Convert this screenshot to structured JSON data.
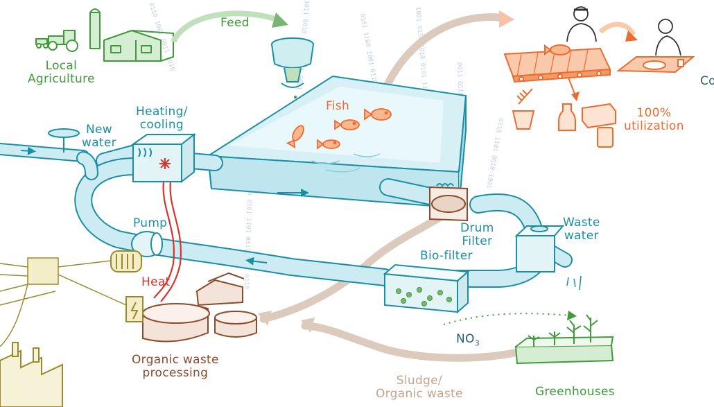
{
  "labels": {
    "local_agriculture": "Local\nAgriculture",
    "feed": "Feed",
    "heating_cooling": "Heating/\ncooling",
    "new_water": "New\nwater",
    "fish": "Fish",
    "utilization": "100%\nutilization",
    "consumer_partial": "Co",
    "pump": "Pump",
    "heat": "Heat",
    "drum_filter": "Drum\nFilter",
    "waste_water": "Waste\nwater",
    "bio_filter": "Bio-filter",
    "no3_main": "NO",
    "no3_sub": "3",
    "organic_waste_processing": "Organic waste\nprocessing",
    "sludge": "Sludge/\nOrganic waste",
    "greenhouses": "Greenhouses"
  },
  "colors": {
    "teal": "#1a8fa3",
    "water": "#bfe6ef",
    "green": "#3f9a3a",
    "orange": "#ef6a2f",
    "brown": "#8a4a2c",
    "red": "#d8332e",
    "sand": "#dccbbd",
    "olive": "#9a8a2a"
  },
  "icons": [
    "tractor-icon",
    "farm-barn-icon",
    "silo-icon",
    "feed-hopper-icon",
    "fish-icon",
    "heater-box-icon",
    "snowflake-icon",
    "valve-icon",
    "pump-icon",
    "drum-filter-icon",
    "biofilter-box-icon",
    "conveyor-belt-icon",
    "worker-icon",
    "diner-icon",
    "plate-icon",
    "fish-bone-icon",
    "bottle-icon",
    "cheese-block-icon",
    "can-icon",
    "cup-icon",
    "digester-tank-icon",
    "plant-icon",
    "factory-icon",
    "power-box-icon"
  ]
}
